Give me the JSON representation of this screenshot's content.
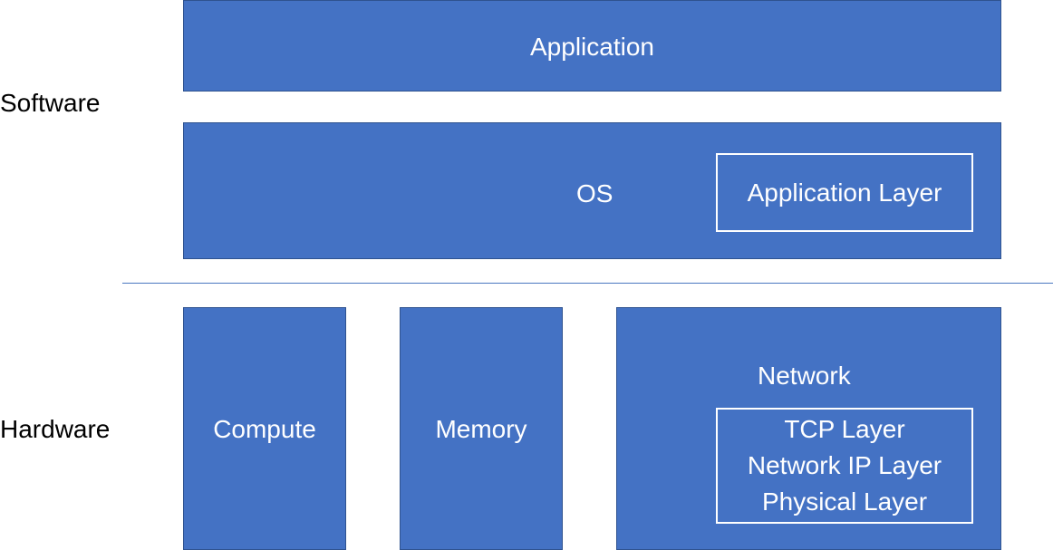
{
  "labels": {
    "software": "Software",
    "hardware": "Hardware"
  },
  "blocks": {
    "application": "Application",
    "os": {
      "label": "OS",
      "inner": "Application Layer"
    },
    "compute": "Compute",
    "memory": "Memory",
    "network": {
      "label": "Network",
      "layers": [
        "TCP Layer",
        "Network IP Layer",
        "Physical Layer"
      ]
    }
  },
  "colors": {
    "block_fill": "#4472c4",
    "block_border": "#2f528f",
    "block_text": "#ffffff",
    "divider": "#4a78c0"
  }
}
